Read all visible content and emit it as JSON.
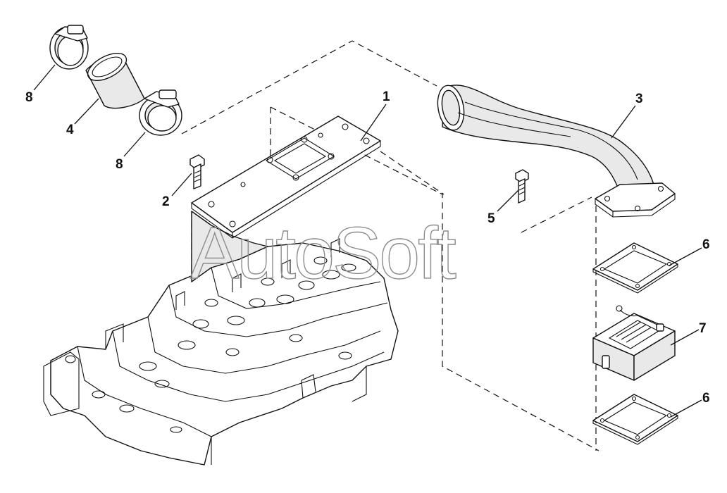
{
  "watermark": "AutoSoft",
  "callouts": [
    {
      "id": "1",
      "label": "1"
    },
    {
      "id": "2",
      "label": "2"
    },
    {
      "id": "3",
      "label": "3"
    },
    {
      "id": "4",
      "label": "4"
    },
    {
      "id": "5",
      "label": "5"
    },
    {
      "id": "6a",
      "label": "6"
    },
    {
      "id": "6b",
      "label": "6"
    },
    {
      "id": "7",
      "label": "7"
    },
    {
      "id": "8a",
      "label": "8"
    },
    {
      "id": "8b",
      "label": "8"
    }
  ],
  "parts": [
    "cylinder-head",
    "cover-plate",
    "intake-pipe",
    "hose",
    "hose-clamp",
    "bolt",
    "gasket",
    "heater-unit"
  ]
}
